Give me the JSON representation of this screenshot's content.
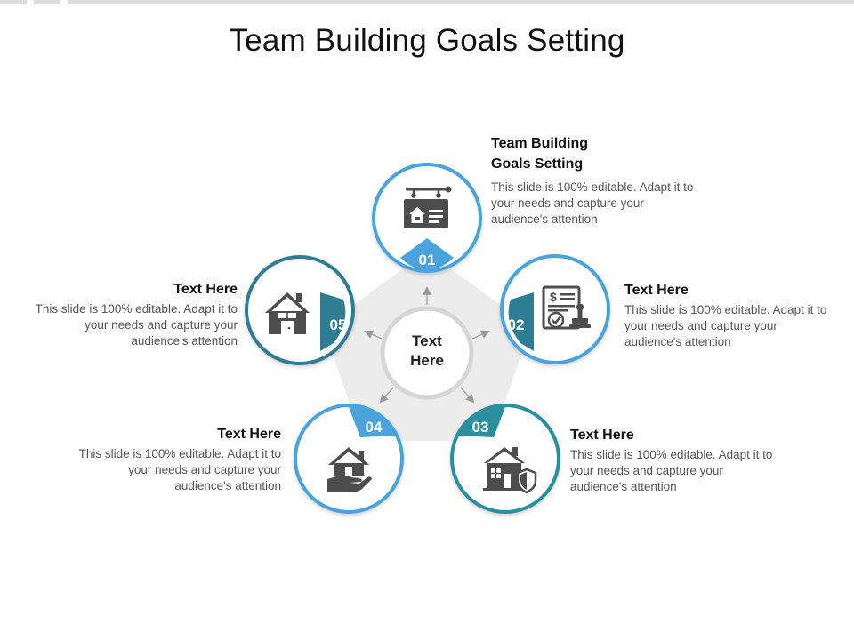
{
  "title": "Team Building Goals Setting",
  "center": {
    "line1": "Text",
    "line2": "Here"
  },
  "colors": {
    "accent_light": "#4aa3dc",
    "accent_teal": "#2b8f9e",
    "accent_dark": "#2e7d95",
    "icon": "#4d4d4d",
    "pentagon": "#ececec"
  },
  "steps": [
    {
      "number": "01",
      "heading_line1": "Team Building",
      "heading_line2": "Goals Setting",
      "description": "This slide is 100% editable. Adapt it to your needs and capture your audience's attention",
      "icon": "signboard-house-icon"
    },
    {
      "number": "02",
      "heading_line1": "Text Here",
      "heading_line2": "",
      "description": "This slide is 100% editable. Adapt it to your needs and capture your audience's attention",
      "icon": "contract-stamp-icon"
    },
    {
      "number": "03",
      "heading_line1": "Text Here",
      "heading_line2": "",
      "description": "This slide is 100% editable. Adapt it to your needs and capture your audience's attention",
      "icon": "house-shield-icon"
    },
    {
      "number": "04",
      "heading_line1": "Text Here",
      "heading_line2": "",
      "description": "This slide is 100% editable. Adapt it to your needs and capture your audience's attention",
      "icon": "hand-house-icon"
    },
    {
      "number": "05",
      "heading_line1": "Text Here",
      "heading_line2": "",
      "description": "This slide is 100% editable. Adapt it to your needs and capture your audience's attention",
      "icon": "house-icon"
    }
  ]
}
